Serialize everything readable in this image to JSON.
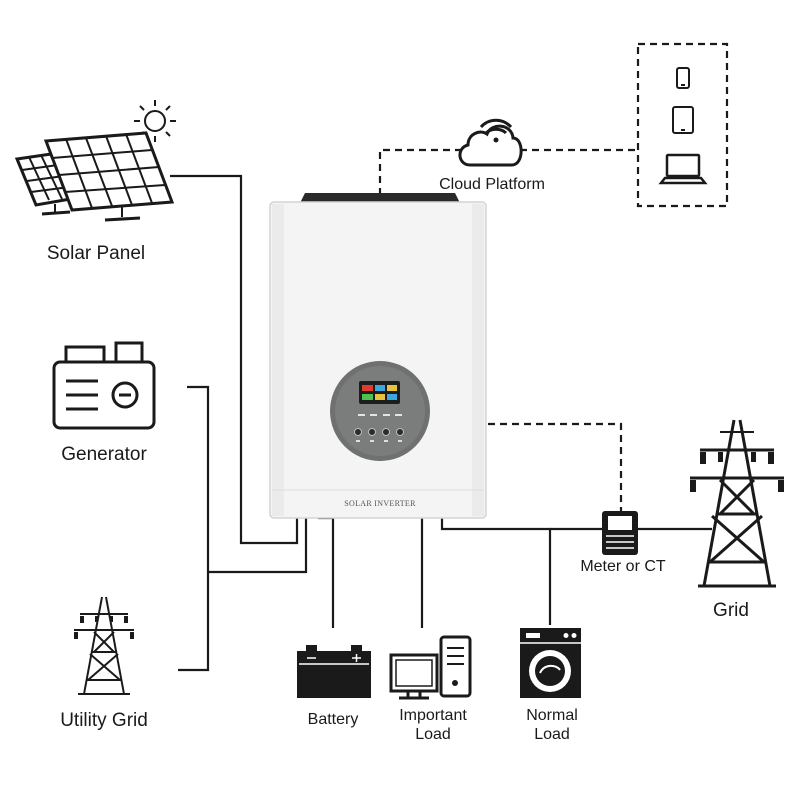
{
  "nodes": {
    "solar_panel": {
      "label": "Solar Panel"
    },
    "generator": {
      "label": "Generator"
    },
    "utility_grid": {
      "label": "Utility Grid"
    },
    "cloud_platform": {
      "label": "Cloud Platform"
    },
    "battery": {
      "label": "Battery"
    },
    "important_load": {
      "line1": "Important",
      "line2": "Load"
    },
    "normal_load": {
      "line1": "Normal",
      "line2": "Load"
    },
    "meter": {
      "label": "Meter or CT"
    },
    "grid": {
      "label": "Grid"
    }
  },
  "inverter": {
    "brand": "SOLAR INVERTER"
  },
  "icons": {
    "sun": "sun-icon",
    "solar": "solar-panel-icon",
    "generator": "generator-icon",
    "tower": "transmission-tower-icon",
    "cloud": "cloud-wifi-icon",
    "phone": "phone-icon",
    "tablet": "tablet-icon",
    "laptop": "laptop-icon",
    "battery": "battery-icon",
    "computer": "computer-icon",
    "washer": "washing-machine-icon",
    "meter": "meter-icon"
  },
  "colors": {
    "line": "#1a1a1a",
    "inverter_body": "#f4f4f4",
    "display_ring": "#6f7070",
    "screen": "#1d1d1d"
  }
}
